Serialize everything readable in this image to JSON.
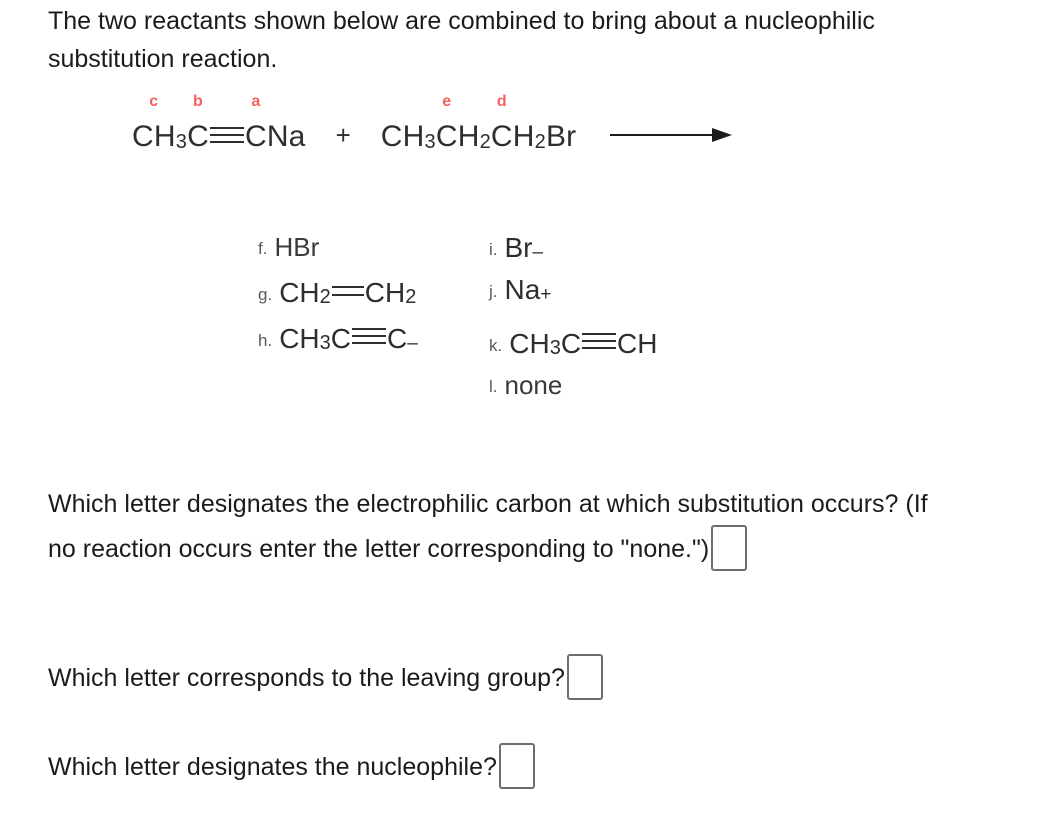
{
  "intro": "The two reactants shown below are combined to bring about a nucleophilic substitution reaction.",
  "equation": {
    "reactant1": {
      "parts": [
        "CH",
        "3",
        "C",
        "C",
        "Na"
      ],
      "display": "CH3C≡CNa",
      "tags": {
        "c": "c",
        "b": "b",
        "a": "a"
      },
      "label_ch3": "CH",
      "sub3": "3",
      "c_mid": "C",
      "c_end": "C",
      "na": "Na"
    },
    "plus": "+",
    "reactant2": {
      "display": "CH3CH2CH2Br",
      "tags": {
        "e": "e",
        "d": "d"
      },
      "ch": "CH",
      "sub3": "3",
      "c2a": "C",
      "h2a": "H",
      "sub2a": "2",
      "c2b": "C",
      "h2b": "H",
      "sub2b": "2",
      "br": "Br"
    },
    "arrow": "reaction-arrow"
  },
  "choices": {
    "left": [
      {
        "key": "f.",
        "value": "HBr",
        "type": "plain"
      },
      {
        "key": "g.",
        "value": "CH2=CH2",
        "type": "double-bond"
      },
      {
        "key": "h.",
        "value": "CH3C≡C⁻",
        "type": "triple-bond-anion"
      }
    ],
    "right": [
      {
        "key": "i.",
        "value": "Br⁻",
        "type": "anion"
      },
      {
        "key": "j.",
        "value": "Na⁺",
        "type": "cation"
      },
      {
        "key": "k.",
        "value": "CH3C≡CH",
        "type": "triple-bond"
      },
      {
        "key": "l.",
        "value": "none",
        "type": "plain"
      }
    ],
    "tokens": {
      "HBr": "HBr",
      "CH": "CH",
      "two": "2",
      "three": "3",
      "C": "C",
      "minus": "–",
      "plus_sign": "+",
      "Br": "Br",
      "Na": "Na",
      "H": "H",
      "none": "none"
    }
  },
  "questions": {
    "q1": "Which letter designates the electrophilic carbon at which substitution occurs? (If no reaction occurs enter the letter corresponding to \"none.\")",
    "q2": "Which letter corresponds to the leaving group?",
    "q3": "Which letter designates the nucleophile?",
    "answers": {
      "a1": "",
      "a2": "",
      "a3": ""
    }
  },
  "colors": {
    "tag_red": "#f4625c",
    "text": "#1b1b1b",
    "formula": "#2e2e2e",
    "box_border": "#6e6e6e",
    "background": "#ffffff"
  }
}
